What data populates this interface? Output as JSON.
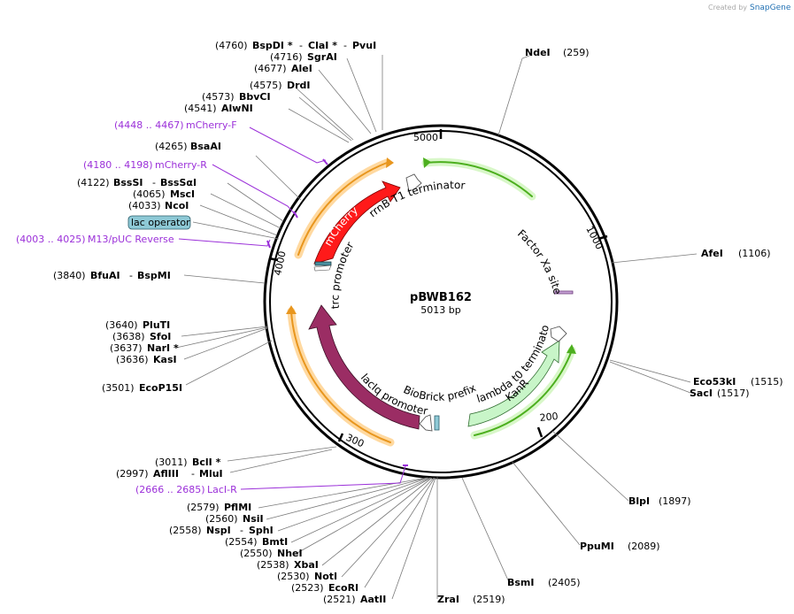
{
  "credit": {
    "prefix": "Created by",
    "brand": "SnapGene"
  },
  "plasmid": {
    "name": "pBWB162",
    "length": "5013 bp"
  },
  "ring_ticks": [
    "1000",
    "2000",
    "3000",
    "4000",
    "5000"
  ],
  "sites_right": [
    {
      "name": "NdeI",
      "pos": "(259)"
    },
    {
      "name": "AfeI",
      "pos": "(1106)"
    },
    {
      "name": "Eco53kI",
      "pos": "(1515)"
    },
    {
      "name": "SacI",
      "pos": "(1517)"
    },
    {
      "name": "BlpI",
      "pos": "(1897)"
    },
    {
      "name": "PpuMI",
      "pos": "(2089)"
    },
    {
      "name": "BsmI",
      "pos": "(2405)"
    },
    {
      "name": "ZraI",
      "pos": "(2519)"
    }
  ],
  "sites_left": [
    {
      "pos": "(4760)",
      "name": "BspDI *",
      "sep": "-",
      "name2": "ClaI *",
      "sep2": "-",
      "name3": "PvuI"
    },
    {
      "pos": "(4716)",
      "name": "SgrAI"
    },
    {
      "pos": "(4677)",
      "name": "AleI"
    },
    {
      "pos": "(4575)",
      "name": "DrdI"
    },
    {
      "pos": "(4573)",
      "name": "BbvCI"
    },
    {
      "pos": "(4541)",
      "name": "AlwNI"
    },
    {
      "pos": "(4265)",
      "name": "BsaAI"
    },
    {
      "pos": "(4122)",
      "name": "BssSI",
      "sep": "-",
      "name2": "BssSαI"
    },
    {
      "pos": "(4065)",
      "name": "MscI"
    },
    {
      "pos": "(4033)",
      "name": "NcoI"
    },
    {
      "pos": "(3840)",
      "name": "BfuAI",
      "sep": "-",
      "name2": "BspMI"
    },
    {
      "pos": "(3640)",
      "name": "PluTI"
    },
    {
      "pos": "(3638)",
      "name": "SfoI"
    },
    {
      "pos": "(3637)",
      "name": "NarI *"
    },
    {
      "pos": "(3636)",
      "name": "KasI"
    },
    {
      "pos": "(3501)",
      "name": "EcoP15I"
    },
    {
      "pos": "(3011)",
      "name": "BclI *"
    },
    {
      "pos": "(2997)",
      "name": "AflIII",
      "sep": "-",
      "name2": "MluI"
    },
    {
      "pos": "(2579)",
      "name": "PflMI"
    },
    {
      "pos": "(2560)",
      "name": "NsiI"
    },
    {
      "pos": "(2558)",
      "name": "NspI",
      "sep": "-",
      "name2": "SphI"
    },
    {
      "pos": "(2554)",
      "name": "BmtI"
    },
    {
      "pos": "(2550)",
      "name": "NheI"
    },
    {
      "pos": "(2538)",
      "name": "XbaI"
    },
    {
      "pos": "(2530)",
      "name": "NotI"
    },
    {
      "pos": "(2523)",
      "name": "EcoRI"
    },
    {
      "pos": "(2521)",
      "name": "AatII"
    }
  ],
  "primers": [
    {
      "range": "(4448 .. 4467)",
      "name": "mCherry-F"
    },
    {
      "range": "(4180 .. 4198)",
      "name": "mCherry-R"
    },
    {
      "range": "(4003 .. 4025)",
      "name": "M13/pUC Reverse"
    },
    {
      "range": "(2666 .. 2685)",
      "name": "LacI-R"
    }
  ],
  "lac_operator": "lac operator",
  "features": {
    "mcherry": "mCherry",
    "laci": "lacI",
    "kanr": "KanR",
    "rrnb": "rrnB T1 terminator",
    "trc": "trc promoter",
    "factor_xa": "Factor Xa site",
    "laciq": "lacIq promoter",
    "biobrick": "BioBrick prefix",
    "lambda": "lambda t0 terminator"
  },
  "colors": {
    "mcherry": "#ff1a1a",
    "laci": "#9b2d64",
    "kanr": "#c8f5c8",
    "primer": "#9b30d9",
    "orange_arc": "#e8961e",
    "green_arc": "#4caf1e",
    "lac_operator": "#8ec9d6"
  }
}
